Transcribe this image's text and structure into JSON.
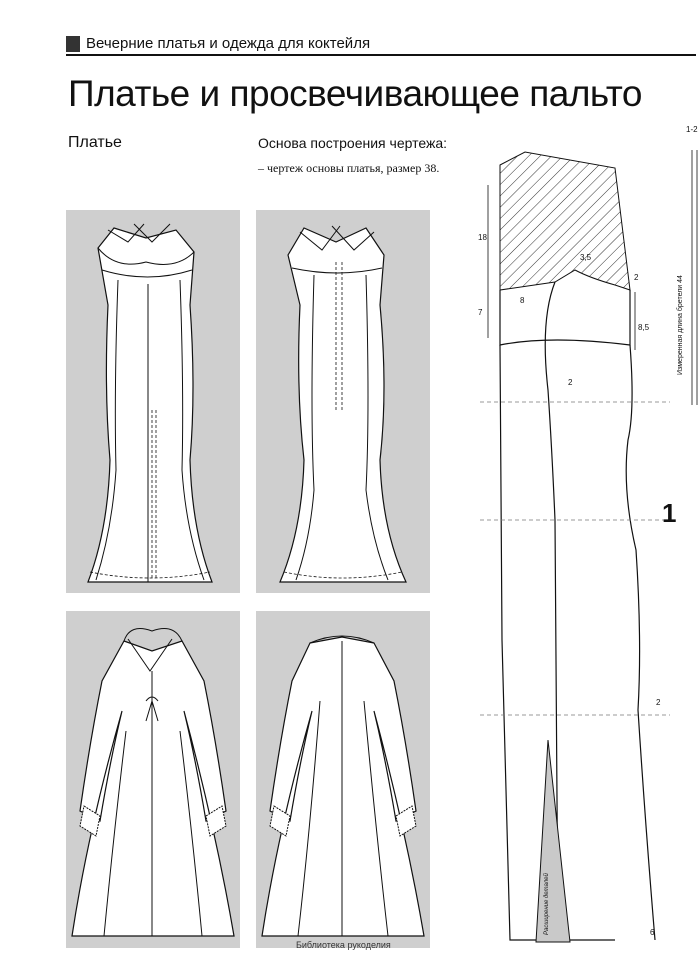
{
  "header": {
    "section": "Вечерние платья и одежда для коктейля"
  },
  "title": "Платье и просвечивающее пальто",
  "section_label": "Платье",
  "basis": {
    "heading": "Основа построения чертежа:",
    "item": "– чертеж основы платья, размер 38."
  },
  "pattern": {
    "dimensions": {
      "d18": "18",
      "d7": "7",
      "d8": "8",
      "d3_5": "3,5",
      "d2_top": "2",
      "d8_5": "8,5",
      "d2_mid": "2",
      "d2_low": "2",
      "d1_2": "1-2",
      "d6": "6"
    },
    "piece_number": "1",
    "side_note": "Измеренная длина бретели 44",
    "gusset_note": "Расширение деталей"
  },
  "footer": {
    "caption": "Библиотека рукоделия"
  }
}
